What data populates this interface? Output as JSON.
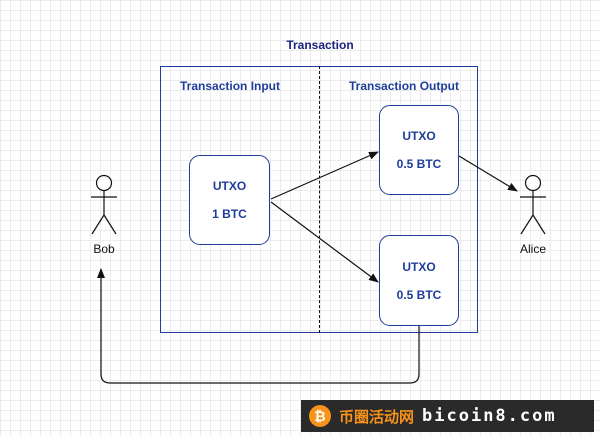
{
  "diagram": {
    "title": "Transaction",
    "input_section_label": "Transaction Input",
    "output_section_label": "Transaction Output",
    "input_utxo": {
      "label": "UTXO",
      "amount": "1 BTC"
    },
    "output_utxos": [
      {
        "label": "UTXO",
        "amount": "0.5 BTC"
      },
      {
        "label": "UTXO",
        "amount": "0.5 BTC"
      }
    ],
    "actors": {
      "sender": "Bob",
      "receiver": "Alice"
    }
  },
  "watermark": {
    "icon_symbol": "₿",
    "chinese_text": "币圈活动网",
    "url_text": "bicoin8.com"
  },
  "colors": {
    "box_border": "#1f3d99",
    "title": "#1a237e",
    "watermark_bg": "#2a2a2a",
    "watermark_accent": "#f7931a"
  }
}
